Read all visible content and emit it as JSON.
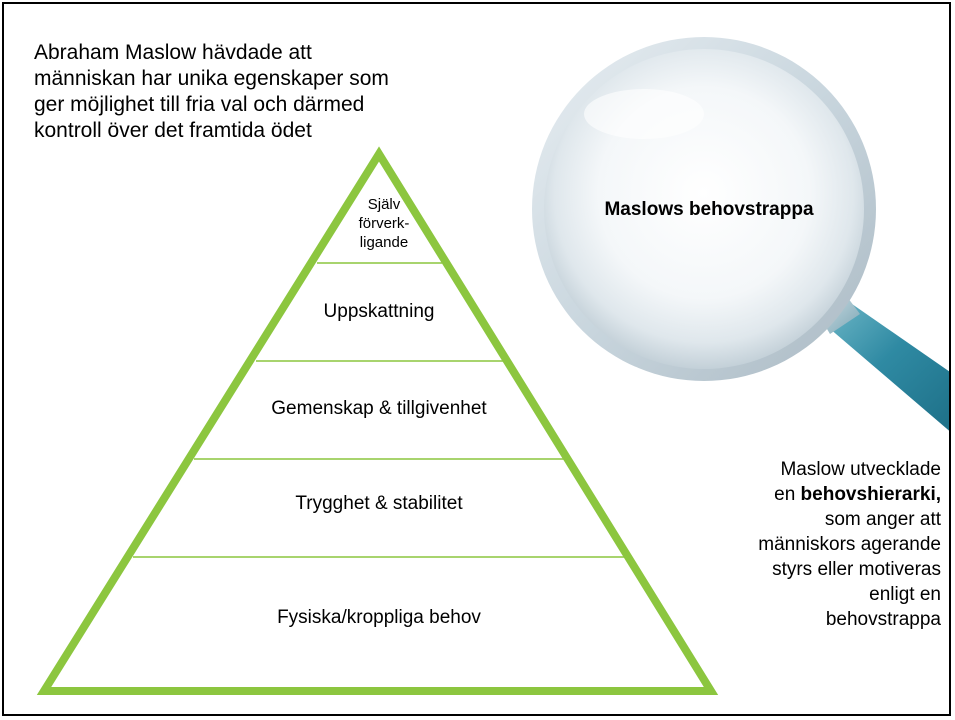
{
  "intro": {
    "lines": [
      "Abraham Maslow hävdade att",
      "människan har unika egenskaper som",
      "ger möjlighet till fria val och därmed",
      "kontroll över det framtida ödet"
    ]
  },
  "pyramid": {
    "top_lines": [
      "Själv",
      "förverk-",
      "ligande"
    ],
    "levels": [
      "Uppskattning",
      "Gemenskap & tillgivenhet",
      "Trygghet & stabilitet",
      "Fysiska/kroppliga behov"
    ],
    "stroke_color": "#8cc63f"
  },
  "magnifier": {
    "title": "Maslows behovstrappa"
  },
  "description": {
    "line1": "Maslow utvecklade",
    "line2_prefix": "en ",
    "line2_bold": "behovshierarki,",
    "line3": "som anger att",
    "line4": "människors agerande",
    "line5": "styrs eller motiveras",
    "line6": "enligt en",
    "line7": "behovstrappa"
  }
}
